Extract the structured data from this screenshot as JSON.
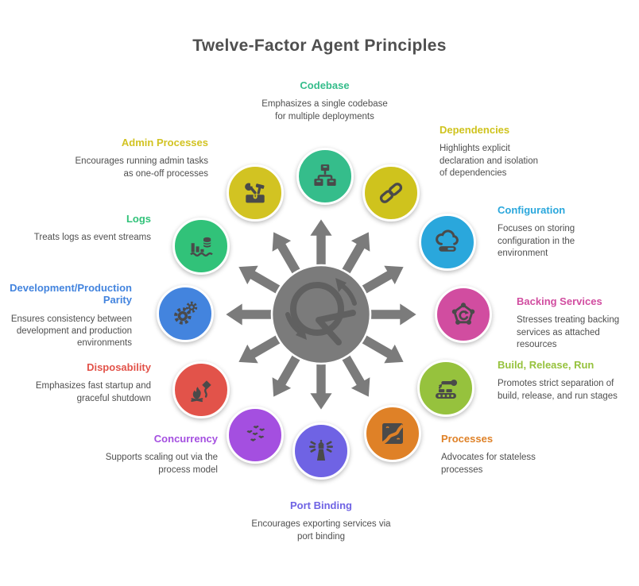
{
  "title": "Twelve-Factor Agent Principles",
  "colors": {
    "title_text": "#4f4f4f",
    "description_text": "#4f4f4f",
    "icon_glyph": "#4a4a4a",
    "hub_fill": "#7b7b7b",
    "hub_logo": "#606060",
    "arrow_outline": "#ffffff"
  },
  "hub": {
    "icon": "cycle-logo-icon",
    "arrows": 12
  },
  "nodes": [
    {
      "label": "Codebase",
      "desc": "Emphasizes a single codebase for multiple deployments",
      "color": "#35bd8b",
      "icon": "sitemap-icon"
    },
    {
      "label": "Dependencies",
      "desc": "Highlights explicit declaration and isolation of dependencies",
      "color": "#cfc31d",
      "icon": "chain-icon"
    },
    {
      "label": "Configuration",
      "desc": "Focuses on storing configuration in the environment",
      "color": "#2aa7dc",
      "icon": "cloud-sync-icon"
    },
    {
      "label": "Backing Services",
      "desc": "Stresses treating backing services as attached resources",
      "color": "#d14da0",
      "icon": "pentagon-nodes-icon"
    },
    {
      "label": "Build, Release, Run",
      "desc": "Promotes strict separation of build, release, and run stages",
      "color": "#96c23d",
      "icon": "robot-arm-conveyor-icon"
    },
    {
      "label": "Processes",
      "desc": "Advocates for stateless processes",
      "color": "#df8127",
      "icon": "river-flow-icon"
    },
    {
      "label": "Port Binding",
      "desc": "Encourages exporting services via port binding",
      "color": "#6f63e4",
      "icon": "lighthouse-icon"
    },
    {
      "label": "Concurrency",
      "desc": "Supports scaling out via the process model",
      "color": "#a44fe0",
      "icon": "bird-flock-icon"
    },
    {
      "label": "Disposability",
      "desc": "Emphasizes fast startup and graceful shutdown",
      "color": "#e2534a",
      "icon": "campfire-kite-icon"
    },
    {
      "label": "Development/Production Parity",
      "desc": "Ensures consistency between development and production environments",
      "color": "#4384de",
      "icon": "gears-icon"
    },
    {
      "label": "Logs",
      "desc": "Treats logs as event streams",
      "color": "#31c279",
      "icon": "bar-chart-database-icon"
    },
    {
      "label": "Admin Processes",
      "desc": "Encourages running admin tasks as one-off processes",
      "color": "#d2c322",
      "icon": "toolbox-icon"
    }
  ]
}
